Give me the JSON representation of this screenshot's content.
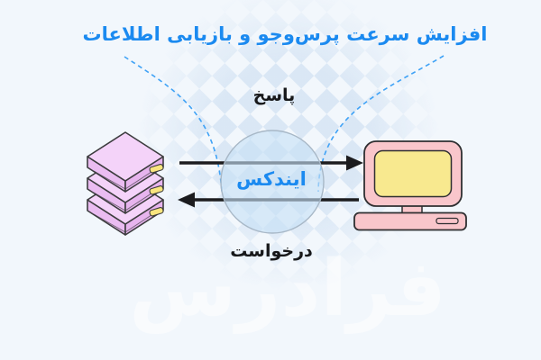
{
  "title": "افزایش سرعت پرس‌وجو و بازیابی اطلاعات",
  "labels": {
    "response": "پاسخ",
    "index": "ایندکس",
    "request": "درخواست"
  },
  "watermark": "فرادرس",
  "icons": {
    "left_node": "database-stack-icon",
    "right_node": "retro-computer-icon",
    "center": "index-circle",
    "connectors": [
      "response-arrow-right",
      "request-arrow-left",
      "dashed-funnel-left",
      "dashed-funnel-right"
    ]
  },
  "colors": {
    "background": "#f2f7fc",
    "accent_blue": "#1b8af0",
    "dashed_blue": "#3fa2f6",
    "arrow_black": "#1c1c1e",
    "circle_fill": "rgba(199,224,246,0.62)",
    "circle_border": "#a8b8c7",
    "server_top": "#f4d3f9",
    "server_left": "#eabcf1",
    "server_right": "#e7b4ee",
    "led_yellow": "#f9e57e",
    "monitor_pink": "#f9c6cb",
    "screen_yellow": "#f8e98f",
    "outline_dark": "#2f2f31",
    "text_black": "#17181a",
    "watermark_white": "#ffffff"
  }
}
